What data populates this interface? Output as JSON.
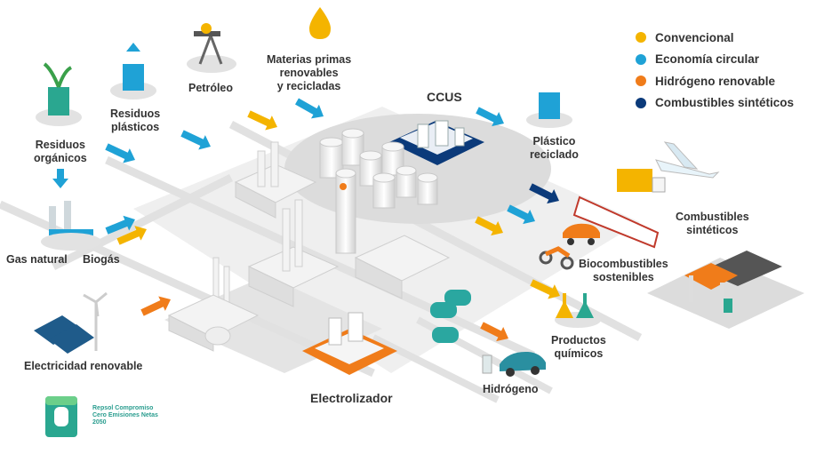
{
  "legend": [
    {
      "label": "Convencional",
      "color": "#f4b400"
    },
    {
      "label": "Economía circular",
      "color": "#1fa2d6"
    },
    {
      "label": "Hidrógeno renovable",
      "color": "#f07c1a"
    },
    {
      "label": "Combustibles sintéticos",
      "color": "#0b3a7a"
    }
  ],
  "labels": {
    "materias": [
      "Materias primas",
      "renovables",
      "y recicladas"
    ],
    "petroleo": "Petróleo",
    "residuos_plasticos": [
      "Residuos",
      "plásticos"
    ],
    "residuos_organicos": [
      "Residuos",
      "orgánicos"
    ],
    "gas_natural": "Gas natural",
    "biogas": "Biogás",
    "electricidad": "Electricidad renovable",
    "ccus": "CCUS",
    "plastico_reciclado": [
      "Plástico",
      "reciclado"
    ],
    "combustibles_sinteticos": [
      "Combustibles",
      "sintéticos"
    ],
    "biocombustibles": [
      "Biocombustibles",
      "sostenibles"
    ],
    "productos_quimicos": [
      "Productos",
      "químicos"
    ],
    "hidrogeno": "Hidrógeno",
    "electrolizador": "Electrolizador"
  },
  "brand": [
    "Repsol Compromiso",
    "Cero Emisiones Netas",
    "2050"
  ],
  "colors": {
    "convencional": "#f4b400",
    "circular": "#1fa2d6",
    "hidrogeno": "#f07c1a",
    "sinteticos": "#0b3a7a",
    "ground": "#e9e9e9"
  }
}
